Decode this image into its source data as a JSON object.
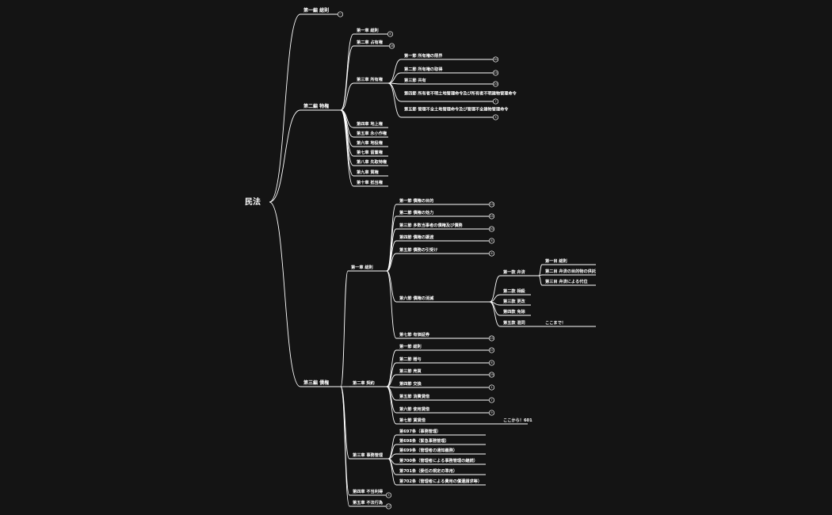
{
  "root": {
    "label": "民法"
  },
  "nodes": [
    {
      "id": "b1",
      "parent": "root",
      "label": "第一編 総則",
      "count": "一"
    },
    {
      "id": "b2",
      "parent": "root",
      "label": "第二編 物権"
    },
    {
      "id": "b2c1",
      "parent": "b2",
      "label": "第一章 総則",
      "count": "8"
    },
    {
      "id": "b2c2",
      "parent": "b2",
      "label": "第二章 占有権",
      "count": "28"
    },
    {
      "id": "b2c3",
      "parent": "b2",
      "label": "第三章 所有権"
    },
    {
      "id": "b2c3s1",
      "parent": "b2c3",
      "label": "第一節 所有権の限界",
      "count": "30"
    },
    {
      "id": "b2c3s2",
      "parent": "b2c3",
      "label": "第二節 所有権の取得",
      "count": "15"
    },
    {
      "id": "b2c3s3",
      "parent": "b2c3",
      "label": "第三節 共有",
      "count": "20"
    },
    {
      "id": "b2c3s4",
      "parent": "b2c3",
      "label": "第四節 所有者不明土地管理命令及び所有者不明建物管理命令",
      "count": "7"
    },
    {
      "id": "b2c3s5",
      "parent": "b2c3",
      "label": "第五節 管理不全土地管理命令及び管理不全建物管理命令",
      "count": "5"
    },
    {
      "id": "b2c4",
      "parent": "b2",
      "label": "第四章 地上権"
    },
    {
      "id": "b2c5",
      "parent": "b2",
      "label": "第五章 永小作権"
    },
    {
      "id": "b2c6",
      "parent": "b2",
      "label": "第六章 地役権"
    },
    {
      "id": "b2c7",
      "parent": "b2",
      "label": "第七章 留置権"
    },
    {
      "id": "b2c8",
      "parent": "b2",
      "label": "第八章 先取特権"
    },
    {
      "id": "b2c9",
      "parent": "b2",
      "label": "第九章 質権"
    },
    {
      "id": "b2c10",
      "parent": "b2",
      "label": "第十章 抵当権"
    },
    {
      "id": "b3",
      "parent": "root",
      "label": "第三編 債権"
    },
    {
      "id": "b3c1",
      "parent": "b3",
      "label": "第一章 総則"
    },
    {
      "id": "b3c1s1",
      "parent": "b3c1",
      "label": "第一節 債権の目的",
      "count": "13"
    },
    {
      "id": "b3c1s2",
      "parent": "b3c1",
      "label": "第二節 債権の効力",
      "count": "25"
    },
    {
      "id": "b3c1s3",
      "parent": "b3c1",
      "label": "第三節 多数当事者の債権及び債務",
      "count": "50"
    },
    {
      "id": "b3c1s4",
      "parent": "b3c1",
      "label": "第四節 債権の譲渡",
      "count": "8"
    },
    {
      "id": "b3c1s5",
      "parent": "b3c1",
      "label": "第五節 債務の引受け",
      "count": "6"
    },
    {
      "id": "b3c1s6",
      "parent": "b3c1",
      "label": "第六節 債権の消滅"
    },
    {
      "id": "b3c1s6k1",
      "parent": "b3c1s6",
      "label": "第一款 弁済"
    },
    {
      "id": "b3c1s6k1m1",
      "parent": "b3c1s6k1",
      "label": "第一目 総則"
    },
    {
      "id": "b3c1s6k1m2",
      "parent": "b3c1s6k1",
      "label": "第二目 弁済の目的物の供託"
    },
    {
      "id": "b3c1s6k1m3",
      "parent": "b3c1s6k1",
      "label": "第三目 弁済による代位"
    },
    {
      "id": "b3c1s6k2",
      "parent": "b3c1s6",
      "label": "第二款 相殺"
    },
    {
      "id": "b3c1s6k3",
      "parent": "b3c1s6",
      "label": "第三款 更改"
    },
    {
      "id": "b3c1s6k4",
      "parent": "b3c1s6",
      "label": "第四款 免除"
    },
    {
      "id": "b3c1s6k5",
      "parent": "b3c1s6",
      "label": "第五款 混同",
      "note": "ここまで！"
    },
    {
      "id": "b3c1s7",
      "parent": "b3c1",
      "label": "第七節 有価証券",
      "count": "23"
    },
    {
      "id": "b3c2",
      "parent": "b3",
      "label": "第二章 契約"
    },
    {
      "id": "b3c2s1",
      "parent": "b3c2",
      "label": "第一節 総則",
      "count": "37"
    },
    {
      "id": "b3c2s2",
      "parent": "b3c2",
      "label": "第二節 贈与",
      "count": "6"
    },
    {
      "id": "b3c2s3",
      "parent": "b3c2",
      "label": "第三節 売買",
      "count": "29"
    },
    {
      "id": "b3c2s4",
      "parent": "b3c2",
      "label": "第四節 交換",
      "count": "1"
    },
    {
      "id": "b3c2s5",
      "parent": "b3c2",
      "label": "第五節 消費貸借",
      "count": "7"
    },
    {
      "id": "b3c2s6",
      "parent": "b3c2",
      "label": "第六節 使用貸借",
      "count": "9"
    },
    {
      "id": "b3c2s7",
      "parent": "b3c2",
      "label": "第七節 賃貸借",
      "note": "ここから！601"
    },
    {
      "id": "b3c3",
      "parent": "b3",
      "label": "第三章 事務管理"
    },
    {
      "id": "b3c3a1",
      "parent": "b3c3",
      "label": "第697条（事務管理）"
    },
    {
      "id": "b3c3a2",
      "parent": "b3c3",
      "label": "第698条（緊急事務管理）"
    },
    {
      "id": "b3c3a3",
      "parent": "b3c3",
      "label": "第699条（管理者の通知義務）"
    },
    {
      "id": "b3c3a4",
      "parent": "b3c3",
      "label": "第700条（管理者による事務管理の継続）"
    },
    {
      "id": "b3c3a5",
      "parent": "b3c3",
      "label": "第701条（委任の規定の準用）"
    },
    {
      "id": "b3c3a6",
      "parent": "b3c3",
      "label": "第702条（管理者による費用の償還請求等）"
    },
    {
      "id": "b3c4",
      "parent": "b3",
      "label": "第四章 不当利得",
      "count": "5"
    },
    {
      "id": "b3c5",
      "parent": "b3",
      "label": "第五章 不法行為",
      "count": "17"
    }
  ]
}
